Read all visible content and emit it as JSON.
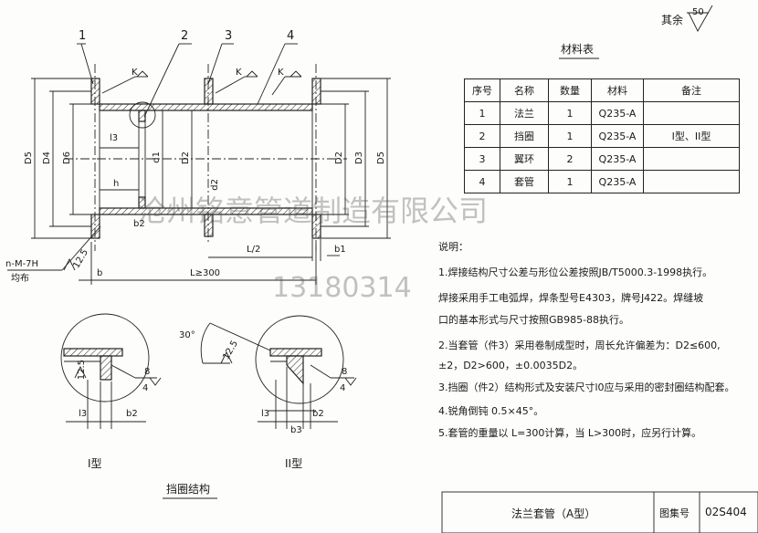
{
  "roughness": {
    "label": "其余",
    "value": "50"
  },
  "material_table": {
    "title": "材料表",
    "headers": [
      "序号",
      "名称",
      "数量",
      "材料",
      "备注"
    ],
    "rows": [
      [
        "1",
        "法兰",
        "1",
        "Q235-A",
        ""
      ],
      [
        "2",
        "挡圈",
        "1",
        "Q235-A",
        "I型、II型"
      ],
      [
        "3",
        "翼环",
        "2",
        "Q235-A",
        ""
      ],
      [
        "4",
        "套管",
        "1",
        "Q235-A",
        ""
      ]
    ]
  },
  "notes": {
    "title": "说明：",
    "lines": [
      "1.焊接结构尺寸公差与形位公差按照JB/T5000.3-1998执行。",
      "  焊接采用手工电弧焊，焊条型号E4303，牌号J422。焊缝坡",
      "  口的基本形式与尺寸按照GB985-88执行。",
      "2.当套管（件3）采用卷制成型时，周长允许偏差为：D2≤600,",
      "  ±2，D2>600，±0.0035D2。",
      "3.挡圈（件2）结构形式及安装尺寸l0应与采用的密封圈结构配套。",
      "4.锐角倒钝 0.5×45°。",
      "5.套管的重量以 L=300计算，当 L>300时，应另行计算。"
    ]
  },
  "title_block": {
    "name": "法兰套管（A型）",
    "atlas_label": "图集号",
    "atlas_no": "02S404"
  },
  "watermark": {
    "company": "沧州铭意管道制造有限公司",
    "phone": "13180314"
  },
  "drawing": {
    "part_numbers": [
      "1",
      "2",
      "3",
      "4"
    ],
    "weld_k": [
      "K",
      "K",
      "K"
    ],
    "dims": {
      "D5": "D5",
      "D4": "D4",
      "D6": "D6",
      "d1": "d1",
      "D2": "D2",
      "D3": "D3",
      "l3": "l3",
      "h": "h",
      "b2": "b2",
      "d2": "d2",
      "L2": "L/2",
      "b1": "b1",
      "b": "b",
      "L300": "L≥300",
      "nm7h": "n-M-7H",
      "even": "均布",
      "r125": "12.5"
    }
  },
  "details": {
    "caption": "挡圈结构",
    "type1": "I型",
    "type2": "II型",
    "angle": "30°",
    "rough": "12.5",
    "weld_8": "8",
    "weld_4": "4",
    "l3": "l3",
    "b2": "b2",
    "b3": "b3"
  }
}
